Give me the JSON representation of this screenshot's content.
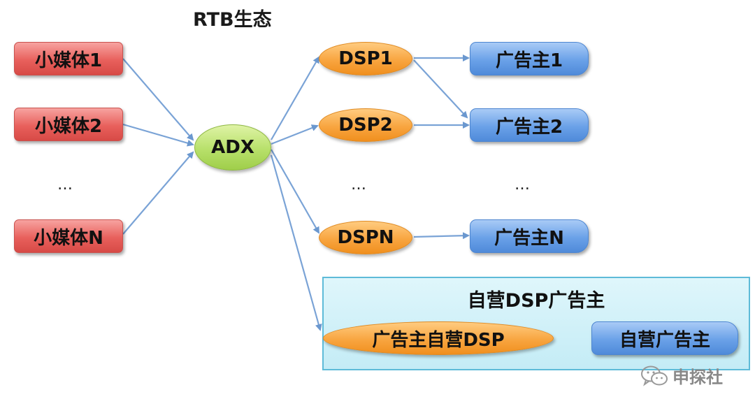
{
  "title": "RTB生态",
  "media": [
    "小媒体1",
    "小媒体2",
    "…",
    "小媒体N"
  ],
  "adx": "ADX",
  "dsp": [
    "DSP1",
    "DSP2",
    "…",
    "DSPN"
  ],
  "advertisers": [
    "广告主1",
    "广告主2",
    "…",
    "广告主N"
  ],
  "self_operated": {
    "title": "自营DSP广告主",
    "dsp": "广告主自营DSP",
    "advertiser": "自营广告主"
  },
  "watermark": "申探社",
  "colors": {
    "media": "#e8605c",
    "adx": "#b7e06a",
    "dsp": "#f8a540",
    "advertiser": "#6aa1e8",
    "arrow": "#6b98cf",
    "self_box": "#c4ecf6"
  }
}
